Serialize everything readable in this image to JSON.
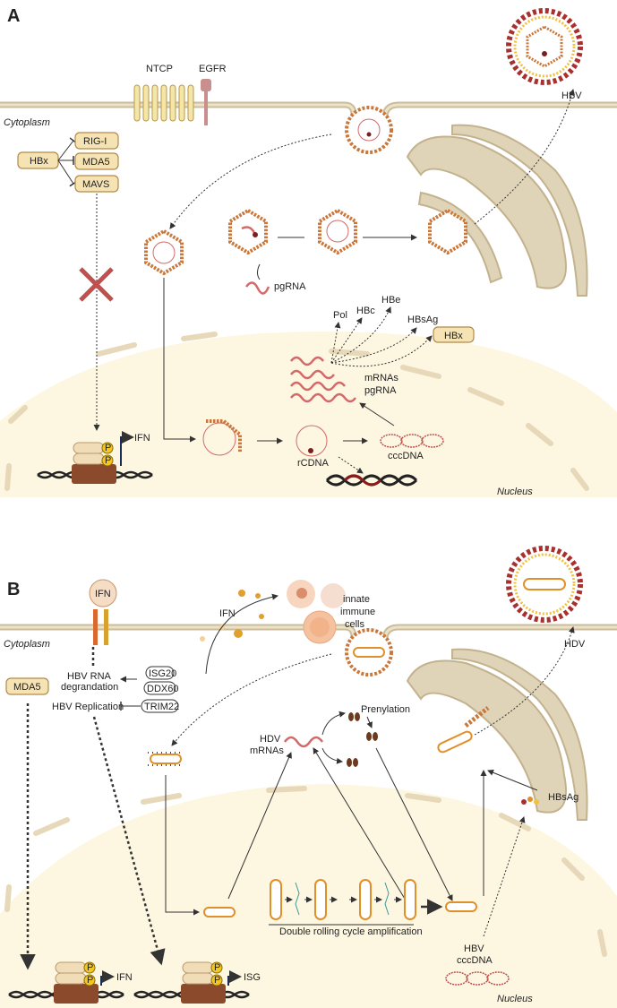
{
  "panel_a": {
    "label": "A",
    "ntcp": "NTCP",
    "egfr": "EGFR",
    "virus": "HBV",
    "cytoplasm": "Cytoplasm",
    "nucleus": "Nucleus",
    "hbx": "HBx",
    "targets": [
      "RIG-I",
      "MDA5",
      "MAVS"
    ],
    "pgrna": "pgRNA",
    "proteins": [
      "Pol",
      "HBc",
      "HBe",
      "HBsAg"
    ],
    "hbx_box": "HBx",
    "mrnas": "mRNAs",
    "mrnas_pg": "pgRNA",
    "rcdna": "rCDNA",
    "cccdna": "cccDNA",
    "ifn": "IFN",
    "p": "P"
  },
  "panel_b": {
    "label": "B",
    "ifn_receptor": "IFN",
    "ifn": "IFN",
    "immune": [
      "innate",
      "immune",
      "cells"
    ],
    "virus": "HDV",
    "cytoplasm": "Cytoplasm",
    "nucleus": "Nucleus",
    "mda5": "MDA5",
    "rna_deg": [
      "HBV RNA",
      "degrandation"
    ],
    "replication": "HBV Replication",
    "isg20": "ISG20",
    "ddx60": "DDX60",
    "trim22": "TRIM22",
    "prenylation": "Prenylation",
    "hdv_mrnas": [
      "HDV",
      "mRNAs"
    ],
    "drca": "Double rolling cycle amplification",
    "hbsag": "HBsAg",
    "hbv_cccdna": [
      "HBV",
      "cccDNA"
    ],
    "ifn_gene": "IFN",
    "isg_gene": "ISG",
    "p": "P"
  }
}
